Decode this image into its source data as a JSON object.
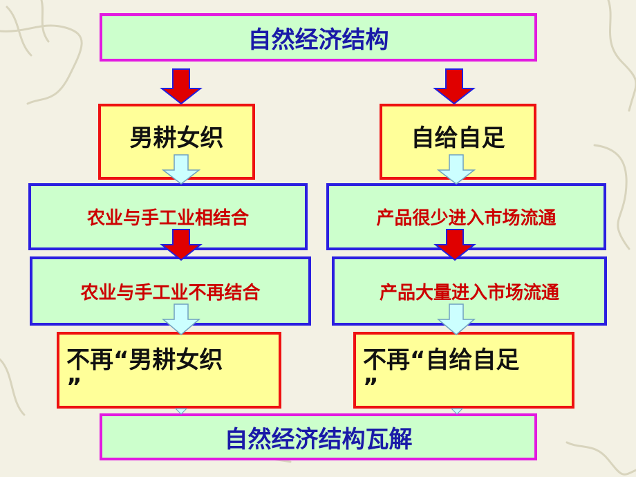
{
  "top_box": "自然经济结构",
  "bottom_box": "自然经济结构瓦解",
  "left_column": {
    "level1": "男耕女织",
    "level2": "农业与手工业相结合",
    "level3": "农业与手工业不再结合",
    "level4_line1": "不再“男耕女织",
    "level4_line2": "”"
  },
  "right_column": {
    "level1": "自给自足",
    "level2": "产品很少进入市场流通",
    "level3": "产品大量进入市场流通",
    "level4_line1": "不再“自给自足",
    "level4_line2": "”"
  },
  "colors": {
    "box_fill_green": "#ccffcc",
    "box_fill_yellow": "#ffff99",
    "border_pink": "#e21ae0",
    "border_blue": "#2a1fe0",
    "border_red": "#ee1111",
    "text_red": "#cc0000",
    "arrow_red": "#e00000",
    "arrow_blue": "#2020e0",
    "arrow_light": "#ccffff"
  }
}
